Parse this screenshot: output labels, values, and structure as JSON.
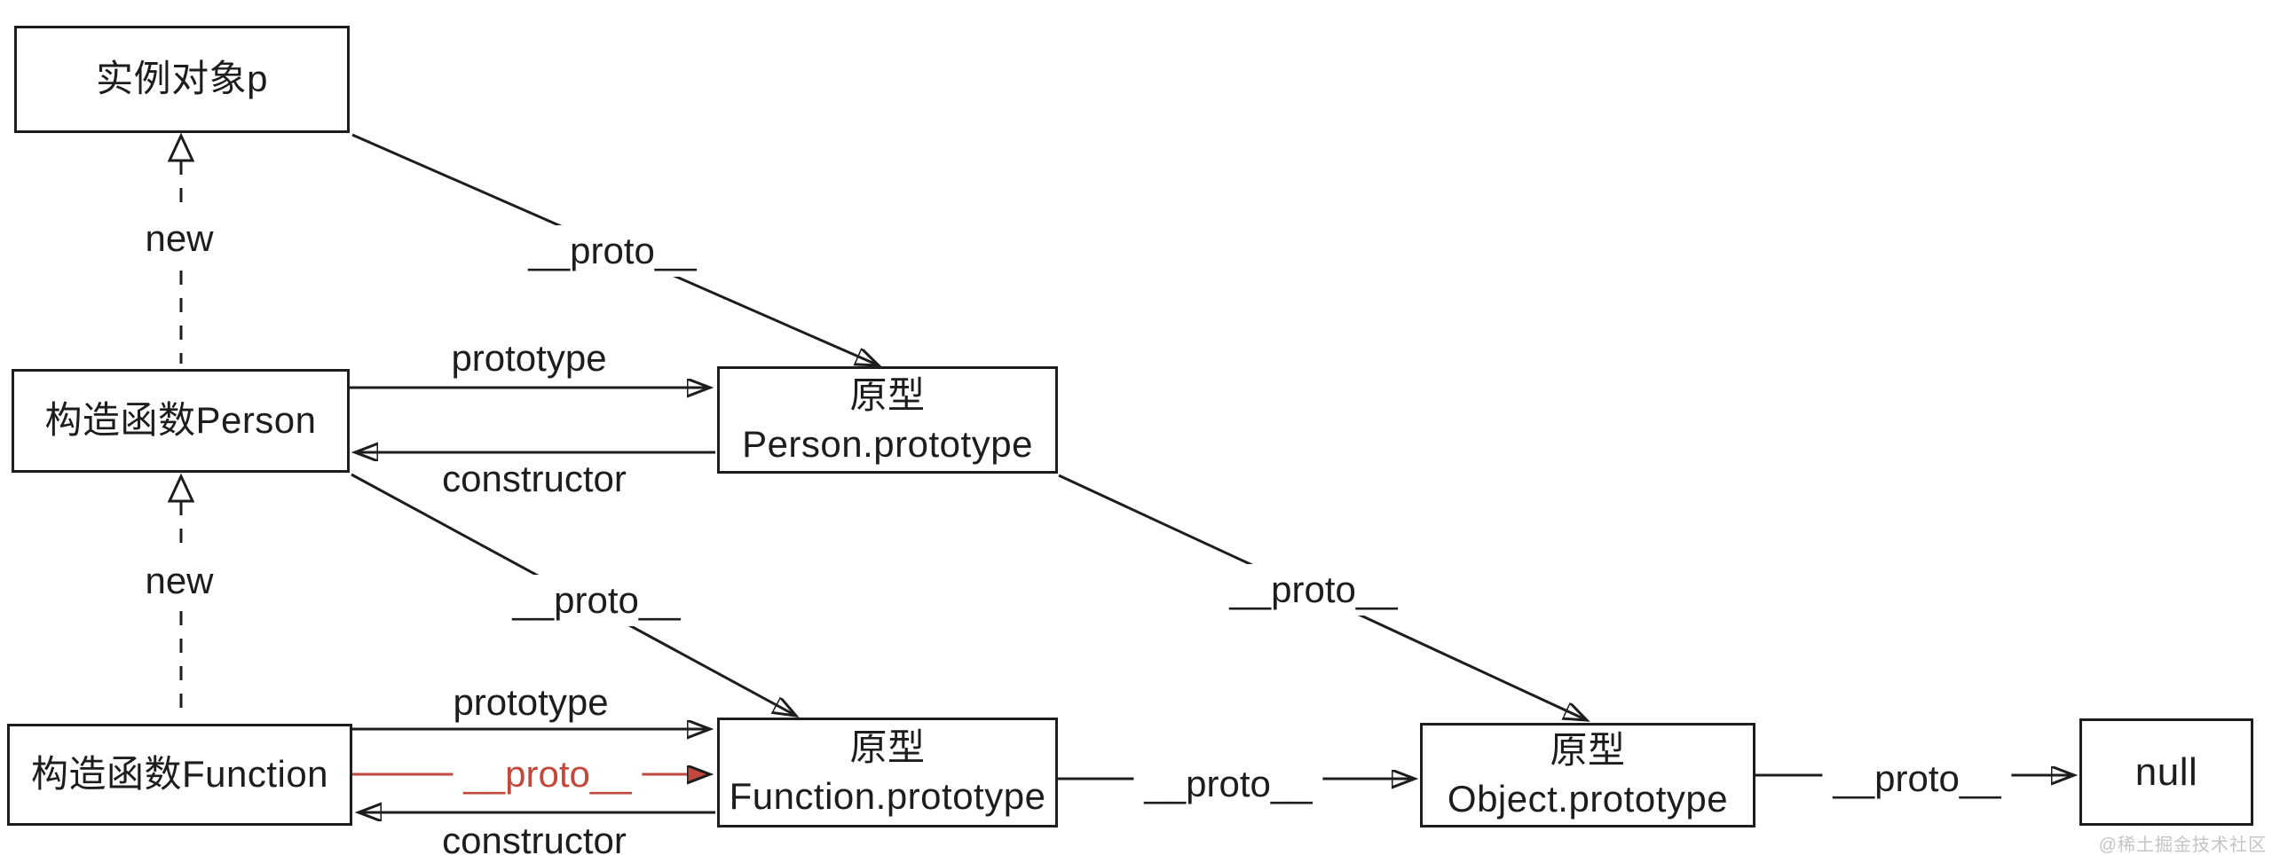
{
  "boxes": {
    "instance": {
      "label": "实例对象p"
    },
    "person": {
      "label": "构造函数Person"
    },
    "function_ctor": {
      "label": "构造函数Function"
    },
    "person_prototype": {
      "line1": "原型",
      "line2": "Person.prototype"
    },
    "function_prototype": {
      "line1": "原型",
      "line2": "Function.prototype"
    },
    "object_prototype": {
      "line1": "原型",
      "line2": "Object.prototype"
    },
    "null_box": {
      "label": "null"
    }
  },
  "edge_labels": {
    "new_instance": "new",
    "new_person": "new",
    "proto_instance_to_person_proto": "__proto__",
    "proto_person_to_function_proto": "__proto__",
    "proto_person_proto_to_object_proto": "__proto__",
    "prototype_person": "prototype",
    "constructor_person": "constructor",
    "prototype_function": "prototype",
    "proto_function_red": "__proto__",
    "constructor_function": "constructor",
    "proto_function_proto_to_object_proto": "__proto__",
    "proto_object_proto_to_null": "__proto__"
  },
  "watermark": "@稀土掘金技术社区",
  "colors": {
    "line": "#1d1d1d",
    "accent_red": "#c0483c",
    "watermark": "#c4c4c4",
    "background": "#ffffff"
  }
}
